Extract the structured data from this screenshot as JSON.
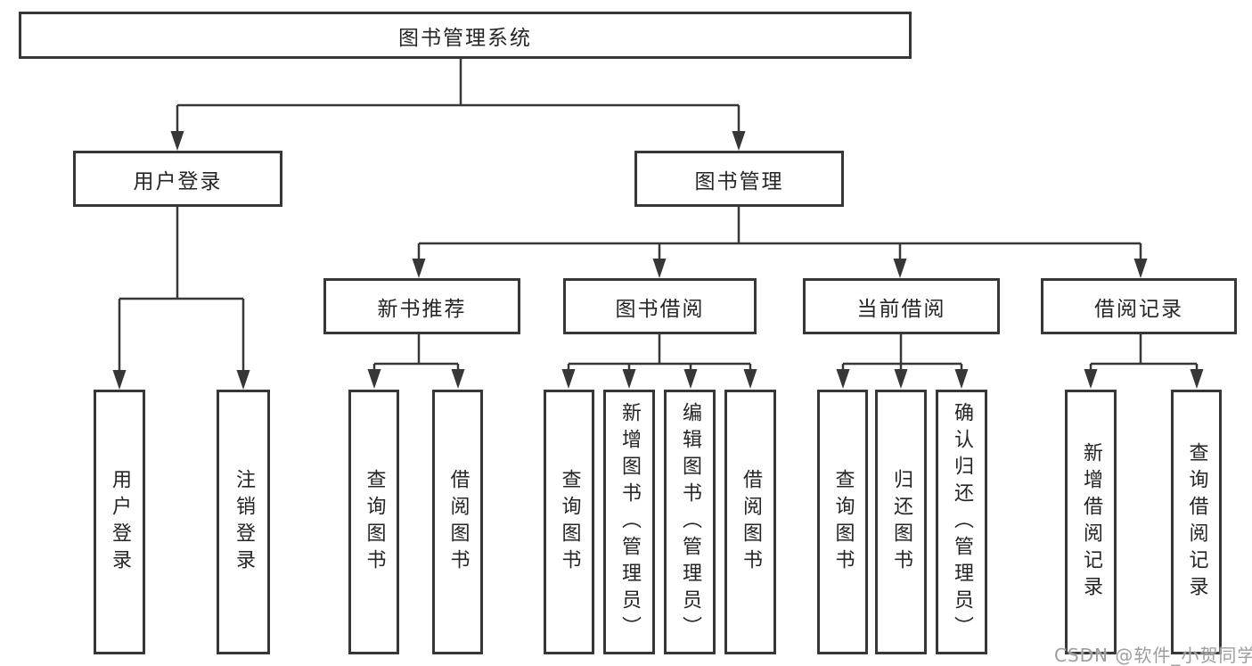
{
  "nodes": {
    "root": "图书管理系统",
    "userLogin": "用户登录",
    "bookManagement": "图书管理",
    "newBookRecommend": "新书推荐",
    "bookBorrow": "图书借阅",
    "currentBorrow": "当前借阅",
    "borrowRecord": "借阅记录",
    "leafUserLogin": "用户登录",
    "leafLogout": "注销登录",
    "leafQueryBook1": "查询图书",
    "leafBorrowBook1": "借阅图书",
    "leafQueryBook2": "查询图书",
    "leafAddBook": "新增图书（管理员）",
    "leafEditBook": "编辑图书（管理员）",
    "leafBorrowBook2": "借阅图书",
    "leafQueryBook3": "查询图书",
    "leafReturnBook": "归还图书",
    "leafConfirmReturn": "确认归还（管理员）",
    "leafAddRecord": "新增借阅记录",
    "leafQueryRecord": "查询借阅记录"
  },
  "watermark": "CSDN @软件_小贺同学",
  "colors": {
    "line": "#373737",
    "text": "#252525",
    "watermark": "#9e9e9e",
    "background": "#ffffff"
  }
}
